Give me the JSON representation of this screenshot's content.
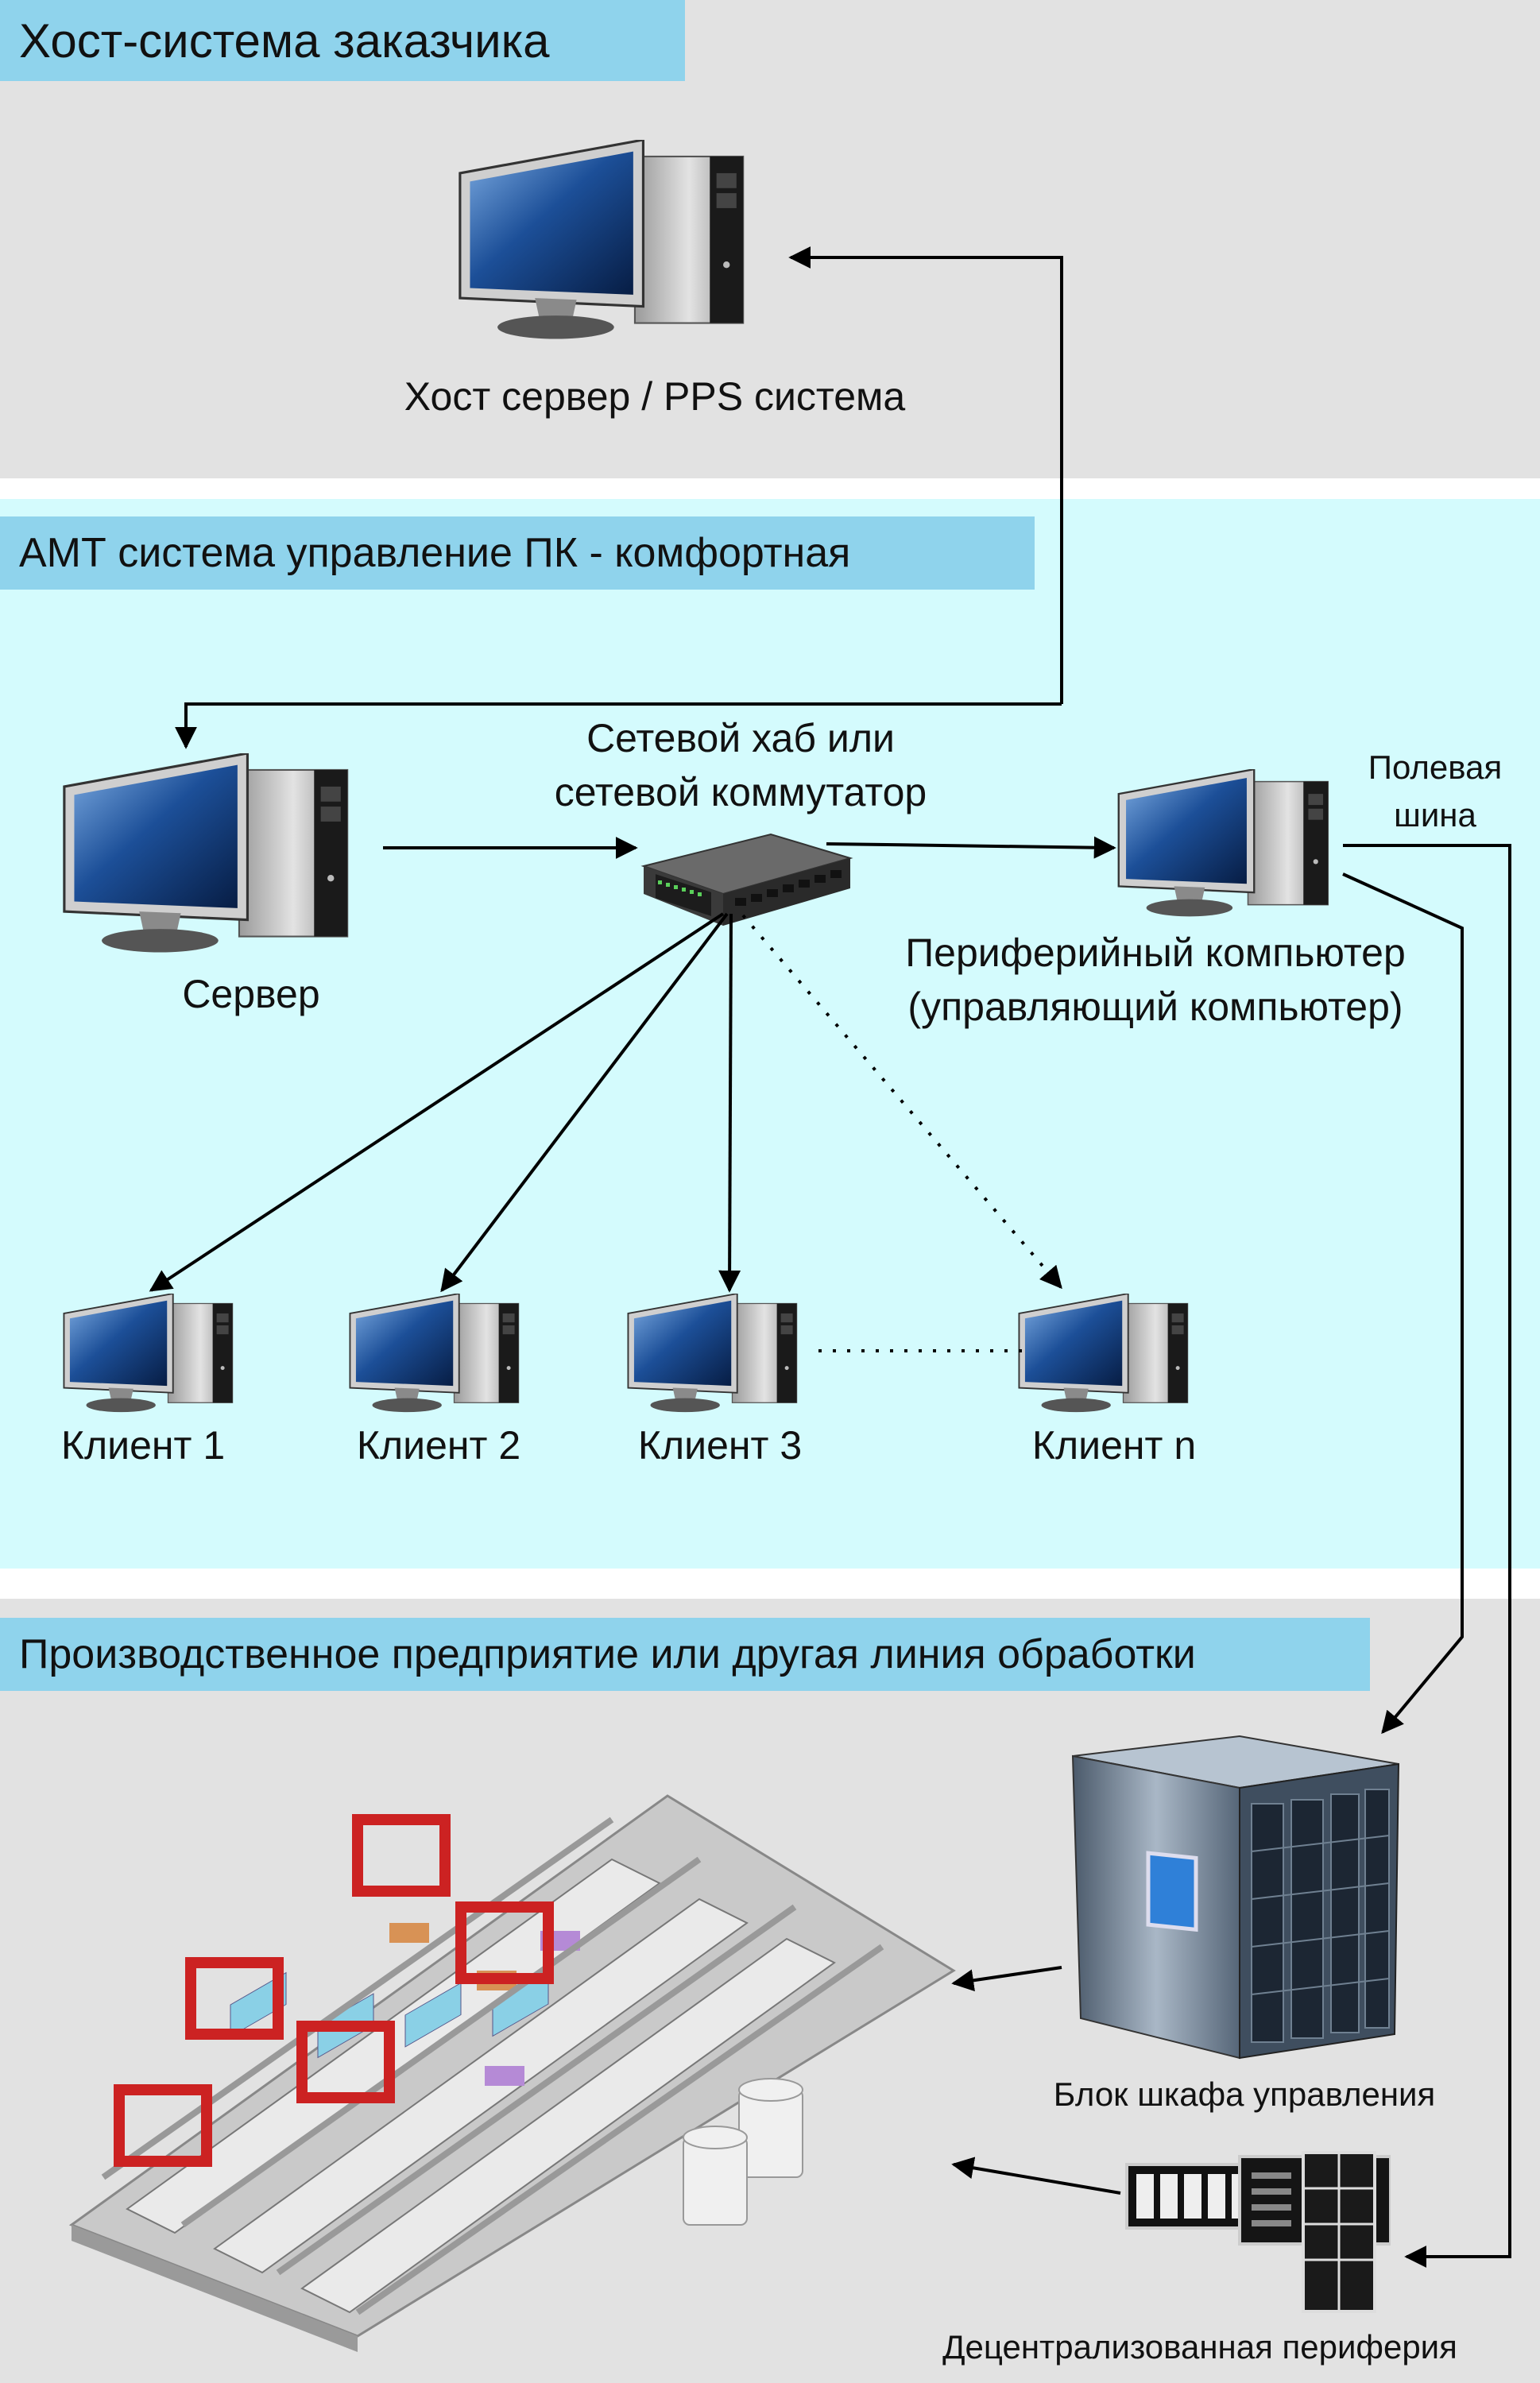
{
  "sections": {
    "host": {
      "title": "Хост-система заказчика"
    },
    "amt": {
      "title": "АМТ система управление ПК - комфортная"
    },
    "production": {
      "title": "Производственное предприятие или другая линия обработки"
    }
  },
  "nodes": {
    "host_server": "Хост сервер / PPS система",
    "server": "Сервер",
    "hub_line1": "Сетевой хаб или",
    "hub_line2": "сетевой коммутатор",
    "peripheral_line1": "Периферийный компьютер",
    "peripheral_line2": "(управляющий компьютер)",
    "fieldbus_line1": "Полевая",
    "fieldbus_line2": "шина",
    "client1": "Клиент 1",
    "client2": "Клиент 2",
    "client3": "Клиент 3",
    "clientn": "Клиент n",
    "cabinet": "Блок шкафа управления",
    "decentral": "Децентрализованная периферия"
  },
  "icons": {
    "computer": "desktop-computer-icon",
    "switch": "network-switch-icon",
    "cabinet": "control-cabinet-icon",
    "io_module": "io-module-icon",
    "plant": "production-plant-illustration"
  },
  "colors": {
    "host_bg": "#e2e2e2",
    "amt_bg": "#d4fbfd",
    "title_bg": "#8fd3ec",
    "plant_frame": "#cc2222"
  }
}
